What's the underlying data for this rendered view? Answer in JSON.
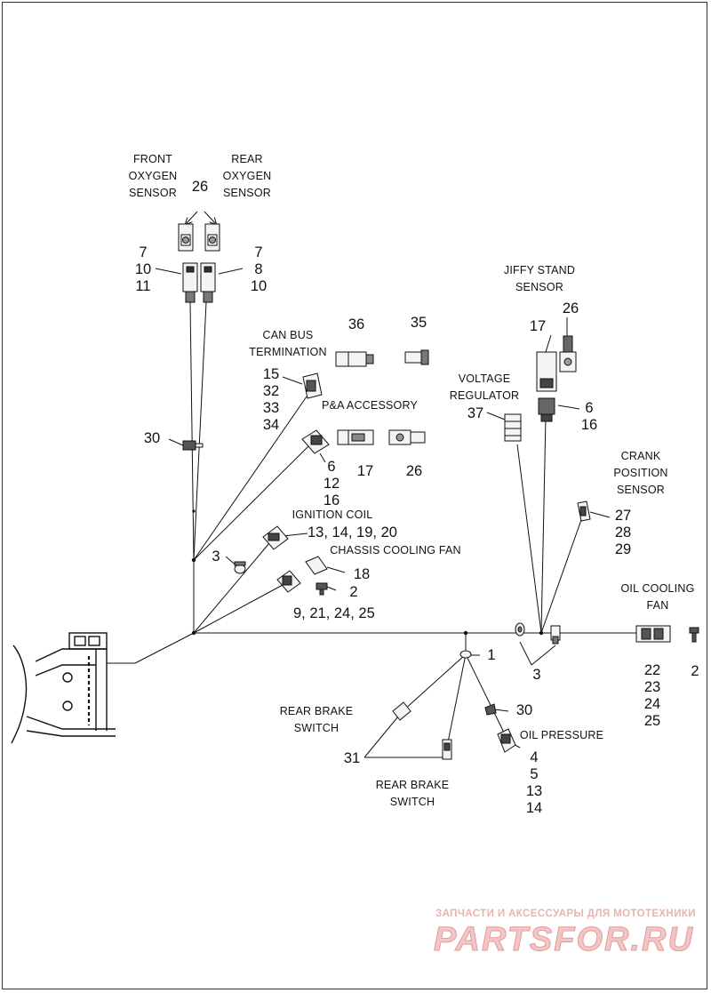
{
  "labels": {
    "front_oxygen_sensor": [
      "FRONT",
      "OXYGEN",
      "SENSOR"
    ],
    "rear_oxygen_sensor": [
      "REAR",
      "OXYGEN",
      "SENSOR"
    ],
    "can_bus_termination": [
      "CAN BUS",
      "TERMINATION"
    ],
    "pa_accessory": "P&A ACCESSORY",
    "jiffy_stand_sensor": [
      "JIFFY STAND",
      "SENSOR"
    ],
    "voltage_regulator": [
      "VOLTAGE",
      "REGULATOR"
    ],
    "crank_position_sensor": [
      "CRANK",
      "POSITION",
      "SENSOR"
    ],
    "ignition_coil": "IGNITION COIL",
    "chassis_cooling_fan": "CHASSIS COOLING FAN",
    "oil_cooling_fan": [
      "OIL COOLING",
      "FAN"
    ],
    "rear_brake_switch_upper": [
      "REAR BRAKE",
      "SWITCH"
    ],
    "rear_brake_switch_lower": [
      "REAR BRAKE",
      "SWITCH"
    ],
    "oil_pressure": "OIL PRESSURE"
  },
  "callouts": {
    "oxygen_26": "26",
    "front_o2_left": [
      "7",
      "10",
      "11"
    ],
    "rear_o2_right": [
      "7",
      "8",
      "10"
    ],
    "can_36": "36",
    "can_35": "35",
    "can_left": [
      "15",
      "32",
      "33",
      "34"
    ],
    "jiffy_17": "17",
    "jiffy_26": "26",
    "jiffy_right": [
      "6",
      "16"
    ],
    "vreg_37": "37",
    "pa_6_stack": [
      "6",
      "12",
      "16"
    ],
    "pa_17": "17",
    "pa_26": "26",
    "clip_30": "30",
    "ignition_nums": "13, 14, 19, 20",
    "left_3": "3",
    "chassis_18": "18",
    "chassis_2": "2",
    "chassis_nums": "9, 21, 24, 25",
    "crank_nums": [
      "27",
      "28",
      "29"
    ],
    "junction_1": "1",
    "junction_3": "3",
    "oil_fan_nums": [
      "22",
      "23",
      "24",
      "25"
    ],
    "oil_fan_2": "2",
    "oil_30": "30",
    "oil_pressure_nums": [
      "4",
      "5",
      "13",
      "14"
    ],
    "brake_31": "31"
  },
  "watermark": {
    "tagline": "ЗАПЧАСТИ И АКСЕССУАРЫ ДЛЯ МОТОТЕХНИКИ",
    "logo": "PARTSFOR.RU"
  },
  "colors": {
    "line": "#111111",
    "part_fill": "#f4f4f4",
    "part_dark": "#5a5a5a",
    "watermark": "#f2c6c6"
  }
}
